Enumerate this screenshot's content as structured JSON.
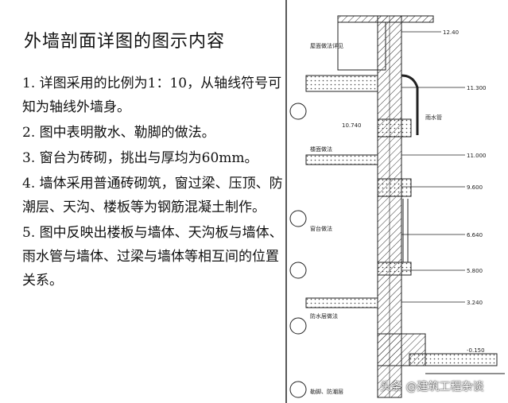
{
  "page": {
    "title": "外墙剖面详图的图示内容",
    "items": [
      "1. 详图采用的比例为1：10，从轴线符号可知为轴线外墙身。",
      "2. 图中表明散水、勒脚的做法。",
      "3. 窗台为砖砌，挑出与厚均为60mm。",
      "4. 墙体采用普通砖砌筑，窗过梁、压顶、防潮层、天沟、楼板等为钢筋混凝土制作。",
      "5. 图中反映出楼板与墙体、天沟板与墙体、雨水管与墙体、过梁与墙体等相互间的位置关系。"
    ]
  },
  "drawing": {
    "labels": {
      "top_elev": "12.40",
      "eave_elev": "11.300",
      "floor_elev": "10.740",
      "l1": "11.000",
      "l2": "9.600",
      "l3": "6.640",
      "l4": "5.800",
      "l5": "3.240",
      "l6": "-0.150",
      "bottom": "勒脚、防潮层",
      "window_sill": "窗台做法",
      "roof_note": "屋面做法详见",
      "floor_note": "楼面做法",
      "waterproof": "防水层做法",
      "drain": "雨水管"
    }
  },
  "watermark": "头条 @建筑工程杂谈"
}
